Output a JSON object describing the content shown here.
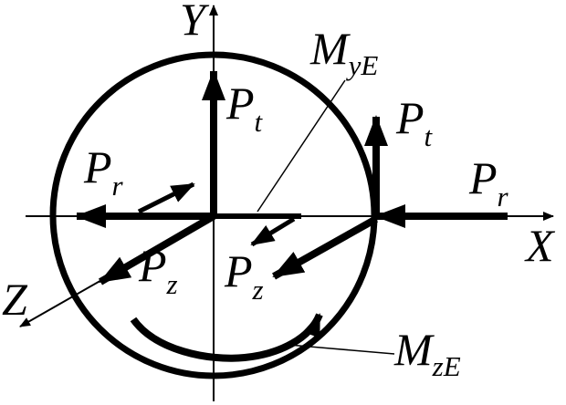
{
  "diagram": {
    "axes": {
      "x": "X",
      "y": "Y",
      "z": "Z"
    },
    "forces": [
      {
        "id": "pt-center",
        "base": "P",
        "sub": "t"
      },
      {
        "id": "pr-center",
        "base": "P",
        "sub": "r"
      },
      {
        "id": "pz-center",
        "base": "P",
        "sub": "z"
      },
      {
        "id": "pt-right",
        "base": "P",
        "sub": "t"
      },
      {
        "id": "pr-right",
        "base": "P",
        "sub": "r"
      },
      {
        "id": "pz-right",
        "base": "P",
        "sub": "z"
      }
    ],
    "moments": [
      {
        "id": "m-ye",
        "base": "M",
        "sub": "yE"
      },
      {
        "id": "m-ze",
        "base": "M",
        "sub": "zE"
      }
    ],
    "colors": {
      "ink": "#000000",
      "background": "#ffffff"
    }
  }
}
